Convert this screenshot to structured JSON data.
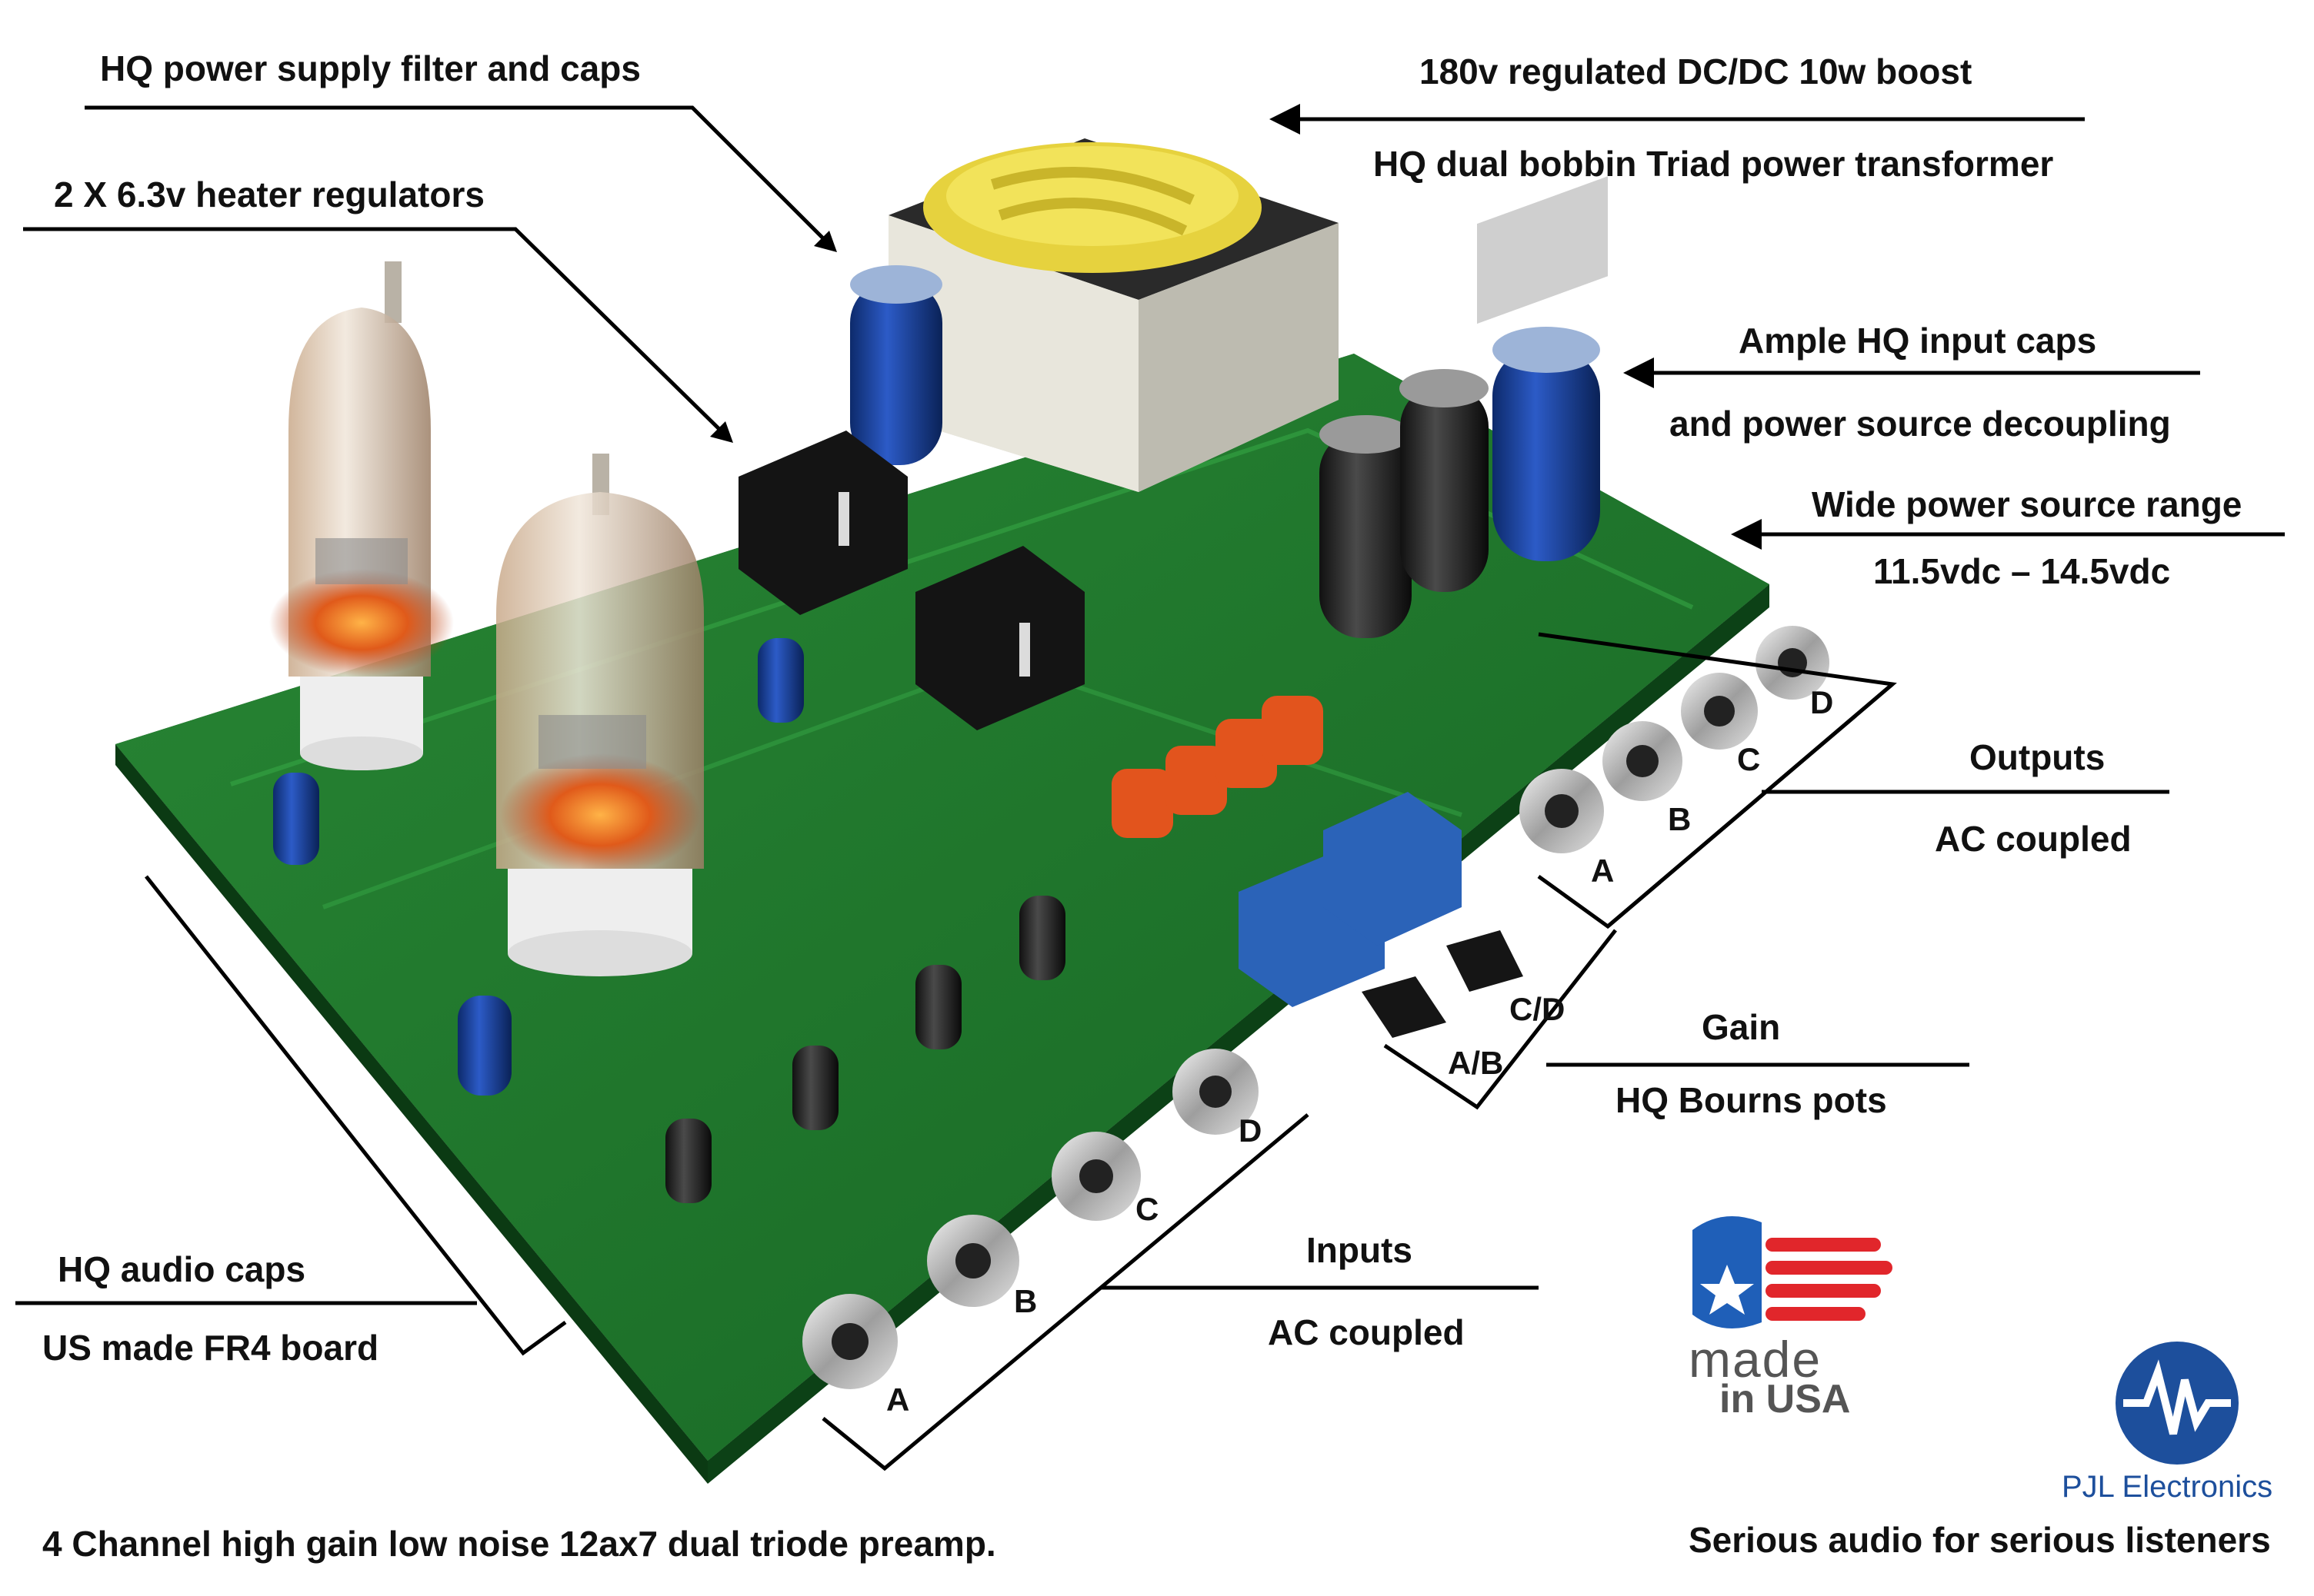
{
  "callouts": {
    "power_supply_filter": "HQ power supply filter and caps",
    "heater_regulators": "2 X 6.3v heater regulators",
    "boost_converter": "180v regulated DC/DC 10w boost",
    "transformer": "HQ dual bobbin Triad power transformer",
    "input_caps_1": "Ample HQ input caps",
    "input_caps_2": "and power source decoupling",
    "power_range_1": "Wide power source range",
    "power_range_2": "11.5vdc – 14.5vdc",
    "outputs_1": "Outputs",
    "outputs_2": "AC coupled",
    "gain_1": "Gain",
    "gain_2": "HQ Bourns pots",
    "inputs_1": "Inputs",
    "inputs_2": "AC coupled",
    "audio_caps_1": "HQ audio caps",
    "audio_caps_2": "US made FR4 board"
  },
  "jack_labels": {
    "output_a": "A",
    "output_b": "B",
    "output_c": "C",
    "output_d": "D",
    "input_a": "A",
    "input_b": "B",
    "input_c": "C",
    "input_d": "D",
    "gain_ab": "A/B",
    "gain_cd": "C/D"
  },
  "footer": {
    "description": "4 Channel high gain low noise 12ax7 dual triode preamp.",
    "slogan": "Serious audio for serious listeners"
  },
  "logos": {
    "made_in": "made",
    "in_usa": "in USA",
    "brand": "PJL Electronics"
  },
  "colors": {
    "board": "#1d7a2e",
    "text": "#111111",
    "usa_blue": "#1f5fb8",
    "usa_red": "#e1262b",
    "pjl_blue": "#1d4f9c"
  }
}
